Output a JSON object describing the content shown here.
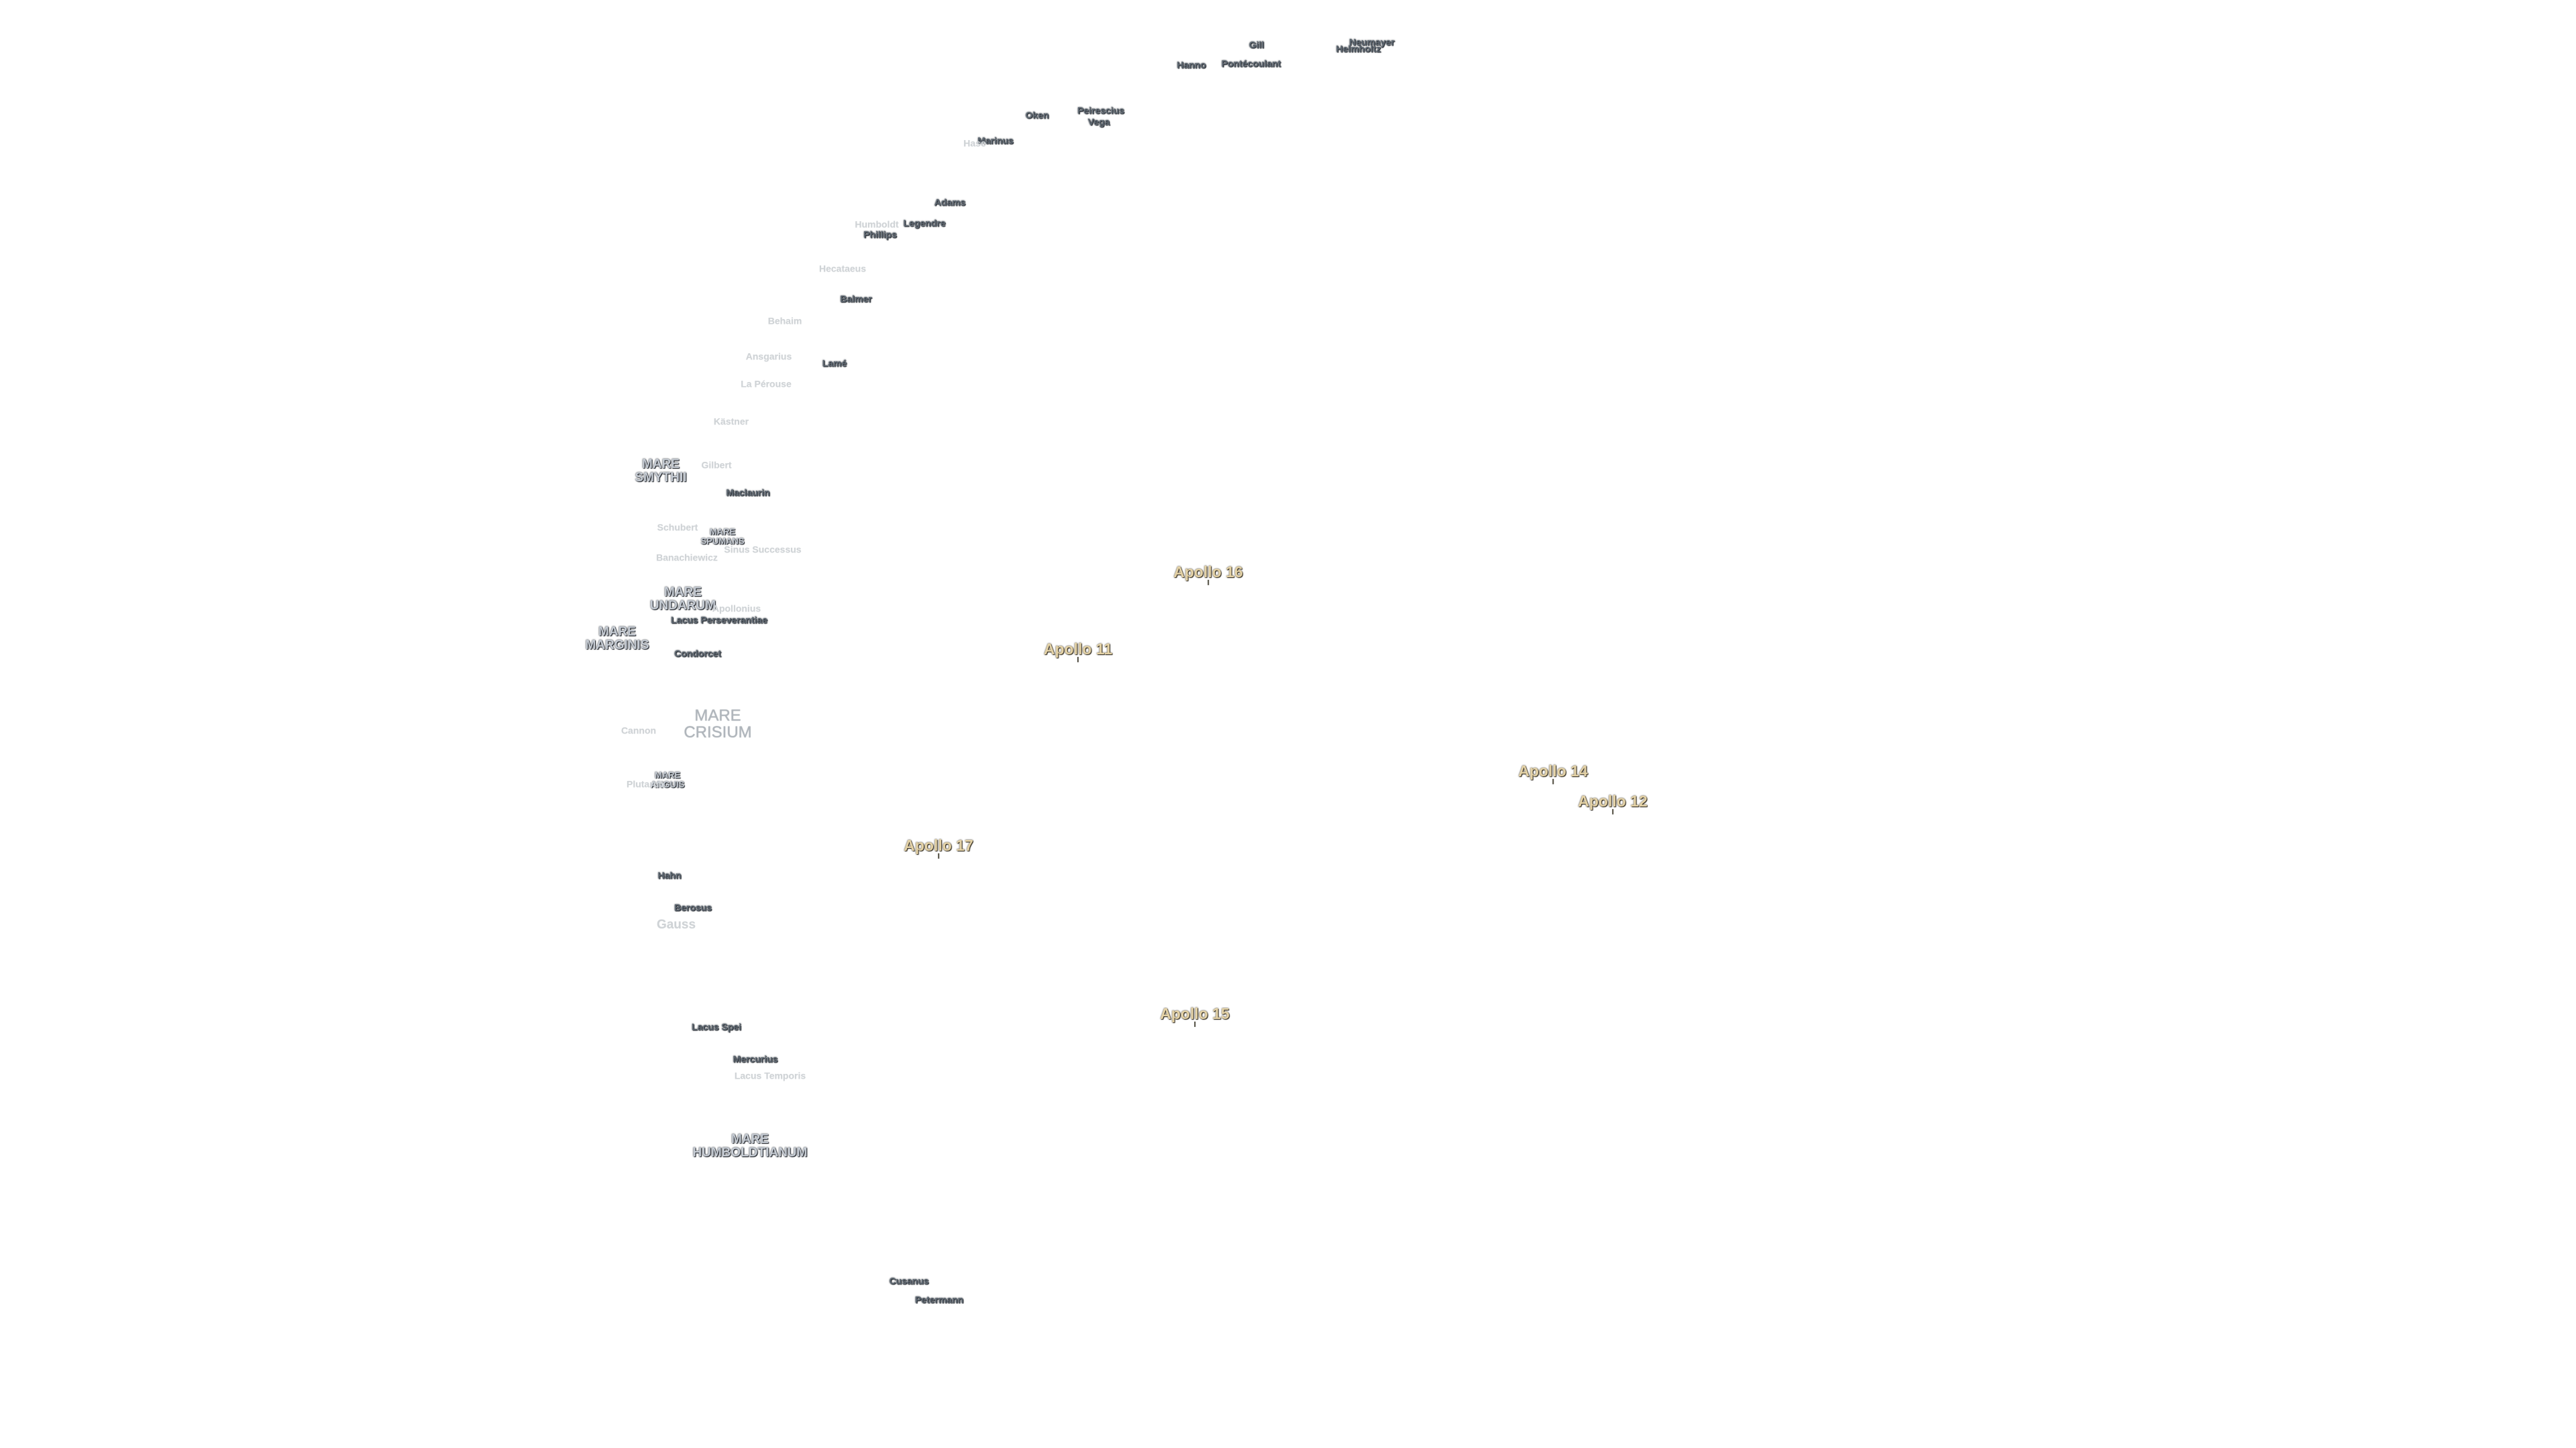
{
  "map": {
    "maria": [
      {
        "name": "MARE\nSMYTHII",
        "id": "mare-smythii"
      },
      {
        "name": "MARE\nSPUMANS",
        "id": "mare-spumans",
        "size": "small"
      },
      {
        "name": "MARE\nUNDARUM",
        "id": "mare-undarum"
      },
      {
        "name": "MARE\nMARGINIS",
        "id": "mare-marginis"
      },
      {
        "name": "MARE\nCRISIUM",
        "id": "mare-crisium",
        "size": "large"
      },
      {
        "name": "MARE\nANGUIS",
        "id": "mare-anguis",
        "size": "small"
      },
      {
        "name": "MARE\nHUMBOLDTIANUM",
        "id": "mare-humboldtianum"
      }
    ],
    "craters": [
      {
        "name": "Gill"
      },
      {
        "name": "Neumayer"
      },
      {
        "name": "Helmholtz"
      },
      {
        "name": "Hanno"
      },
      {
        "name": "Pontécoulant"
      },
      {
        "name": "Oken"
      },
      {
        "name": "Peirescius"
      },
      {
        "name": "Vega"
      },
      {
        "name": "Marinus"
      },
      {
        "name": "Hase",
        "faint": true
      },
      {
        "name": "Adams"
      },
      {
        "name": "Legendre"
      },
      {
        "name": "Phillips"
      },
      {
        "name": "Humboldt",
        "faint": true
      },
      {
        "name": "Hecataeus",
        "faint": true
      },
      {
        "name": "Balmer"
      },
      {
        "name": "Behaim",
        "faint": true
      },
      {
        "name": "Ansgarius",
        "faint": true
      },
      {
        "name": "Lamé"
      },
      {
        "name": "La Pérouse",
        "faint": true
      },
      {
        "name": "Kästner",
        "faint": true
      },
      {
        "name": "Gilbert",
        "faint": true
      },
      {
        "name": "Maclaurin"
      },
      {
        "name": "Schubert",
        "faint": true
      },
      {
        "name": "Sinus Successus",
        "faint": true
      },
      {
        "name": "Banachiewicz",
        "faint": true
      },
      {
        "name": "Apollonius",
        "faint": true
      },
      {
        "name": "Lacus Perseverantiae"
      },
      {
        "name": "Condorcet"
      },
      {
        "name": "Cannon",
        "faint": true
      },
      {
        "name": "Plutarch",
        "faint": true
      },
      {
        "name": "Hahn"
      },
      {
        "name": "Berosus"
      },
      {
        "name": "Gauss",
        "faint": true,
        "size": "big"
      },
      {
        "name": "Lacus Spei"
      },
      {
        "name": "Mercurius"
      },
      {
        "name": "Lacus Temporis",
        "faint": true
      },
      {
        "name": "Cusanus"
      },
      {
        "name": "Petermann"
      }
    ],
    "landing_sites": [
      {
        "name": "Apollo 16"
      },
      {
        "name": "Apollo 11"
      },
      {
        "name": "Apollo 14"
      },
      {
        "name": "Apollo 12"
      },
      {
        "name": "Apollo 17"
      },
      {
        "name": "Apollo 15"
      }
    ]
  }
}
